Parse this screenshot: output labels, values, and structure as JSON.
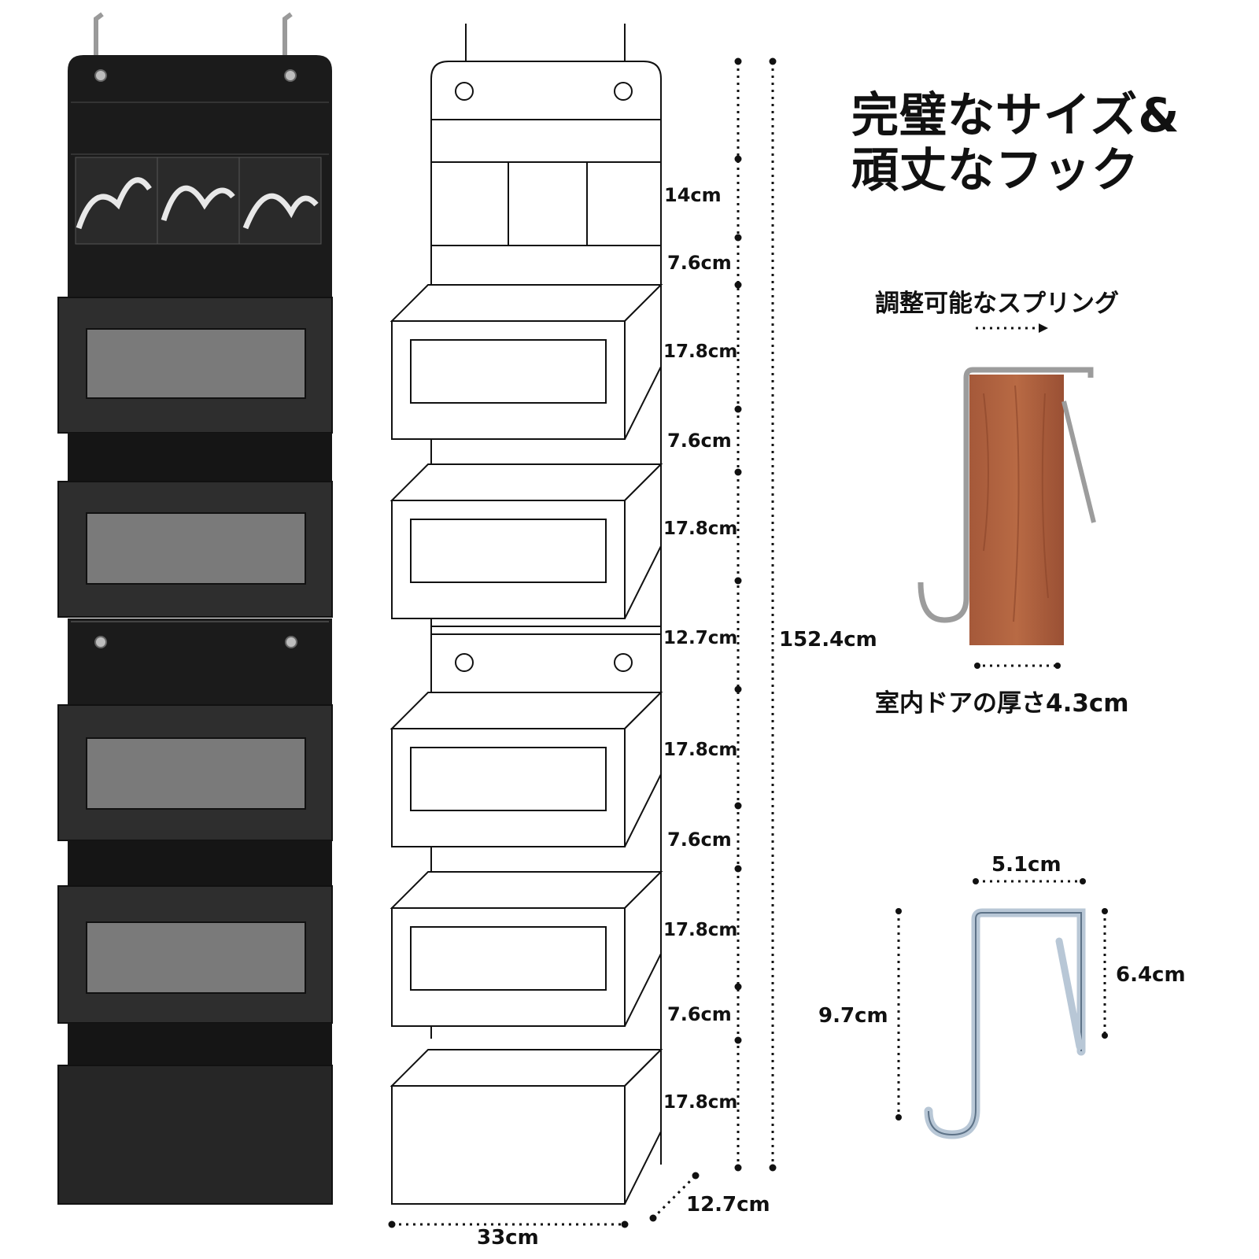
{
  "title": {
    "line1": "完璧なサイズ&",
    "line2": "頑丈なフック"
  },
  "spring_label": "調整可能なスプリング",
  "door_thickness_label": "室内ドアの厚さ4.3cm",
  "heights": {
    "top_pocket": "14cm",
    "gap1": "7.6cm",
    "pocket1": "17.8cm",
    "gap2": "7.6cm",
    "pocket2": "17.8cm",
    "joint": "12.7cm",
    "pocket3": "17.8cm",
    "gap3": "7.6cm",
    "pocket4": "17.8cm",
    "gap4": "7.6cm",
    "pocket5": "17.8cm",
    "total": "152.4cm"
  },
  "width_label": "33cm",
  "depth_label": "12.7cm",
  "hook": {
    "width": "5.1cm",
    "height": "9.7cm",
    "inner_height": "6.4cm"
  }
}
